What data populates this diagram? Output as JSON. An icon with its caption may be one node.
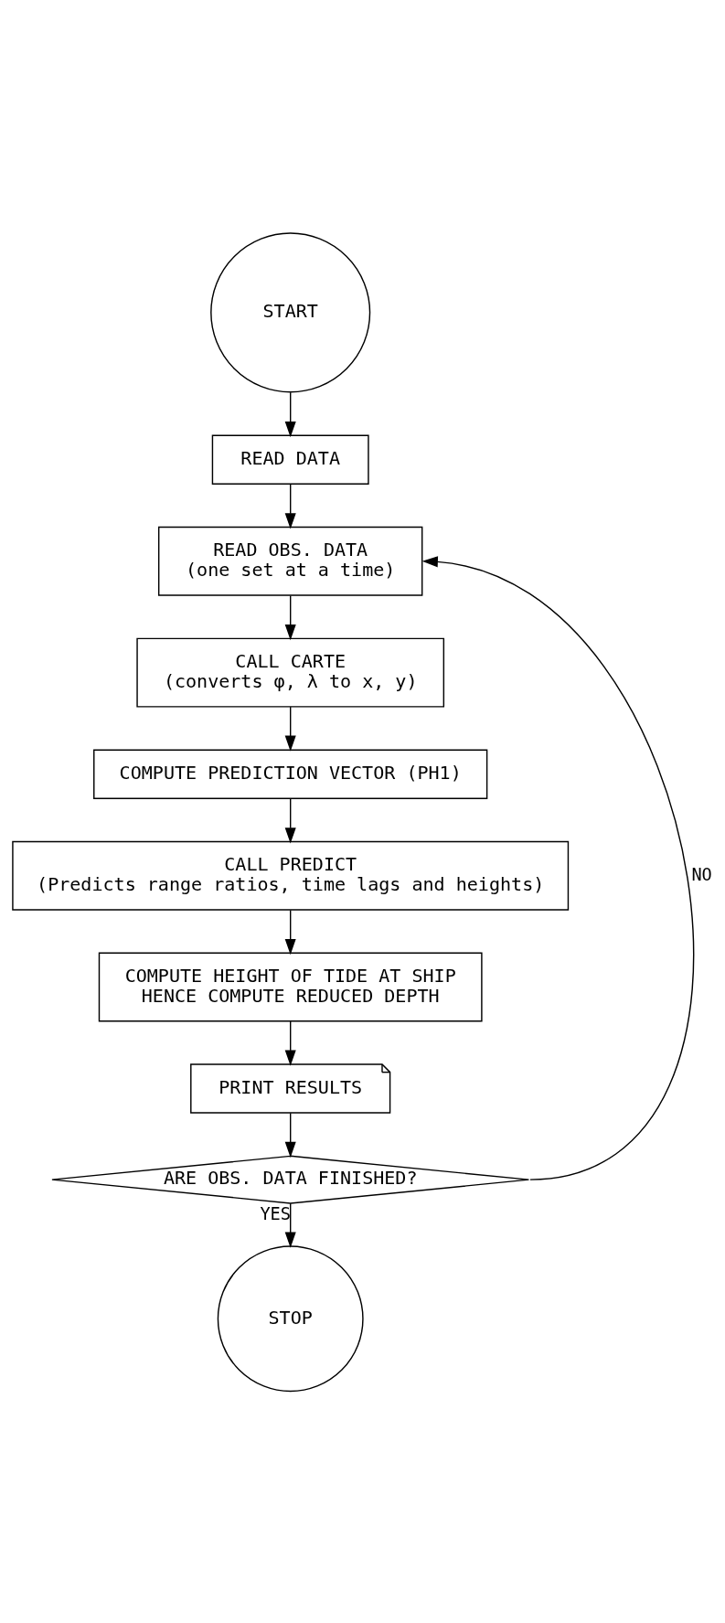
{
  "diagram": {
    "nodes": [
      {
        "text": [
          "START"
        ]
      },
      {
        "text": [
          "READ DATA"
        ]
      },
      {
        "text": [
          "READ OBS. DATA",
          "(one set at a time)"
        ]
      },
      {
        "text": [
          "CALL CARTE",
          "(converts φ, λ to x, y)"
        ]
      },
      {
        "text": [
          "COMPUTE PREDICTION VECTOR (PH1)"
        ]
      },
      {
        "text": [
          "CALL PREDICT",
          "(Predicts range ratios, time lags and heights)"
        ]
      },
      {
        "text": [
          "COMPUTE HEIGHT OF TIDE AT SHIP",
          "HENCE COMPUTE REDUCED DEPTH"
        ]
      },
      {
        "text": [
          "PRINT RESULTS"
        ]
      },
      {
        "text": [
          "ARE OBS. DATA FINISHED?"
        ]
      },
      {
        "text": [
          "STOP"
        ]
      }
    ],
    "edges": [
      {
        "from": 0,
        "to": 1,
        "arrow": "to"
      },
      {
        "from": 1,
        "to": 2,
        "arrow": "to"
      },
      {
        "from": 2,
        "to": 3,
        "arrow": "to"
      },
      {
        "from": 3,
        "to": 4,
        "arrow": "to"
      },
      {
        "from": 4,
        "to": 5,
        "arrow": "to"
      },
      {
        "from": 5,
        "to": 6,
        "arrow": "to"
      },
      {
        "from": 6,
        "to": 7,
        "arrow": "to"
      },
      {
        "from": 7,
        "to": 8,
        "arrow": "to"
      },
      {
        "from": 8,
        "to": 9,
        "arrow": "to",
        "label": "YES"
      },
      {
        "from": 8,
        "to": 2,
        "arrow": "to",
        "label": "NO"
      }
    ]
  }
}
